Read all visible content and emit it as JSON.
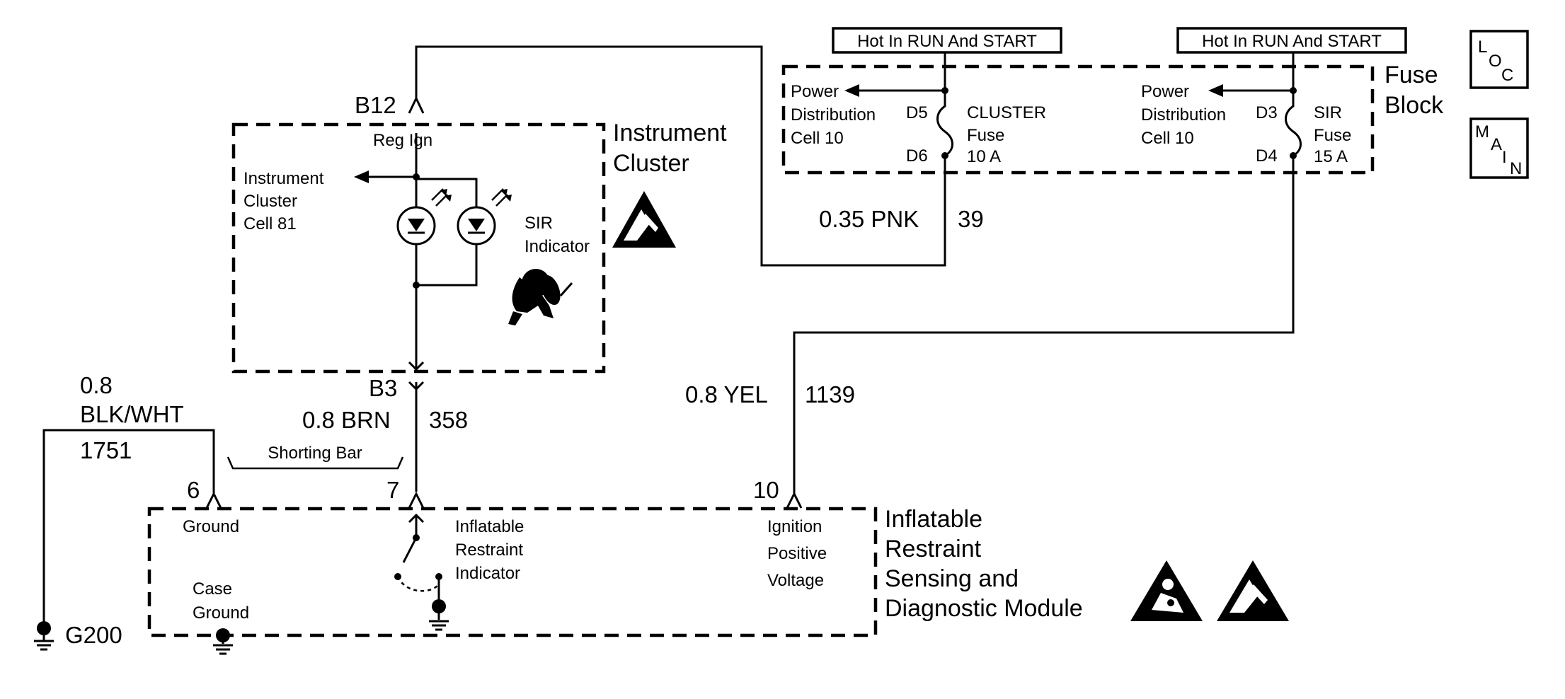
{
  "fuse_block": {
    "title_line1": "Fuse",
    "title_line2": "Block",
    "hot_label_left": "Hot In RUN And START",
    "hot_label_right": "Hot In RUN And START",
    "cluster_fuse": {
      "pdc_line1": "Power",
      "pdc_line2": "Distribution",
      "pdc_line3": "Cell 10",
      "pin_top": "D5",
      "pin_bottom": "D6",
      "name_line1": "CLUSTER",
      "name_line2": "Fuse",
      "rating": "10 A"
    },
    "sir_fuse": {
      "pdc_line1": "Power",
      "pdc_line2": "Distribution",
      "pdc_line3": "Cell 10",
      "pin_top": "D3",
      "pin_bottom": "D4",
      "name_line1": "SIR",
      "name_line2": "Fuse",
      "rating": "15 A"
    }
  },
  "loc_box": {
    "l": "L",
    "o": "O",
    "c": "C"
  },
  "main_box": {
    "m": "M",
    "a": "A",
    "i": "I",
    "n": "N"
  },
  "instrument_cluster": {
    "title_line1": "Instrument",
    "title_line2": "Cluster",
    "connector_top": "B12",
    "reg_ign": "Reg Ign",
    "cell_line1": "Instrument",
    "cell_line2": "Cluster",
    "cell_line3": "Cell 81",
    "sir_line1": "SIR",
    "sir_line2": "Indicator",
    "connector_bottom": "B3"
  },
  "wires": {
    "pnk_color": "0.35 PNK",
    "pnk_circuit": "39",
    "brn_color": "0.8 BRN",
    "brn_circuit": "358",
    "yel_color": "0.8 YEL",
    "yel_circuit": "1139",
    "blk_line1": "0.8",
    "blk_line2": "BLK/WHT",
    "blk_circuit": "1751",
    "shorting_bar": "Shorting Bar"
  },
  "module": {
    "title_line1": "Inflatable",
    "title_line2": "Restraint",
    "title_line3": "Sensing and",
    "title_line4": "Diagnostic Module",
    "pin_6": "6",
    "pin_7": "7",
    "pin_10": "10",
    "ground_label": "Ground",
    "case_ground_line1": "Case",
    "case_ground_line2": "Ground",
    "iri_line1": "Inflatable",
    "iri_line2": "Restraint",
    "iri_line3": "Indicator",
    "ipv_line1": "Ignition",
    "ipv_line2": "Positive",
    "ipv_line3": "Voltage"
  },
  "ground": {
    "label": "G200"
  }
}
